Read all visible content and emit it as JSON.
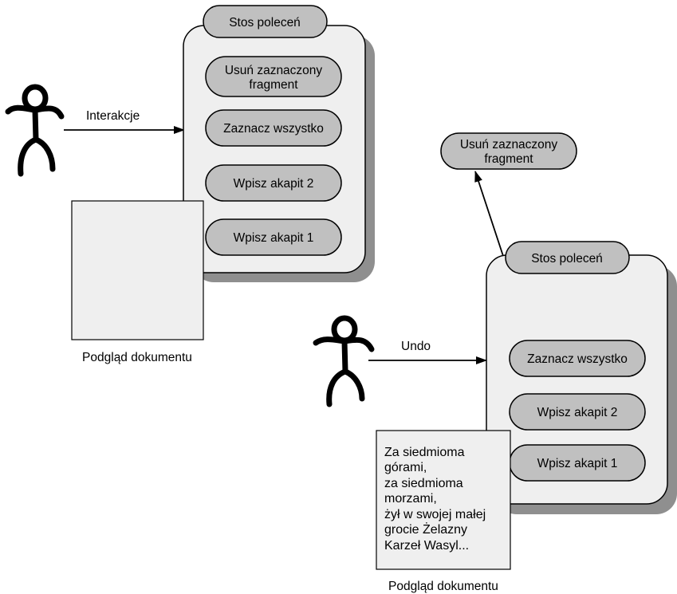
{
  "scene1": {
    "arrow_label": "Interakcje",
    "stack_title": "Stos poleceń",
    "stack_items": [
      {
        "line1": "Usuń zaznaczony",
        "line2": "fragment"
      },
      {
        "line1": "Zaznacz  wszystko"
      },
      {
        "line1": "Wpisz akapit 2"
      },
      {
        "line1": "Wpisz akapit 1"
      }
    ],
    "preview_caption": "Podgląd dokumentu"
  },
  "scene2": {
    "arrow_label": "Undo",
    "popped_item": {
      "line1": "Usuń zaznaczony",
      "line2": "fragment"
    },
    "stack_title": "Stos poleceń",
    "stack_items": [
      {
        "line1": "Zaznacz  wszystko"
      },
      {
        "line1": "Wpisz akapit 2"
      },
      {
        "line1": "Wpisz akapit 1"
      }
    ],
    "preview_lines": [
      "Za siedmioma",
      "górami,",
      "za siedmioma",
      "morzami,",
      "żył w swojej małej",
      "grocie Żelazny",
      "Karzeł Wasyl..."
    ],
    "preview_caption": "Podgląd dokumentu"
  },
  "colors": {
    "panel_fill": "#efefef",
    "panel_shadow": "#8f8f8f",
    "pill_fill": "#c0c0c0",
    "stroke": "#000000"
  }
}
